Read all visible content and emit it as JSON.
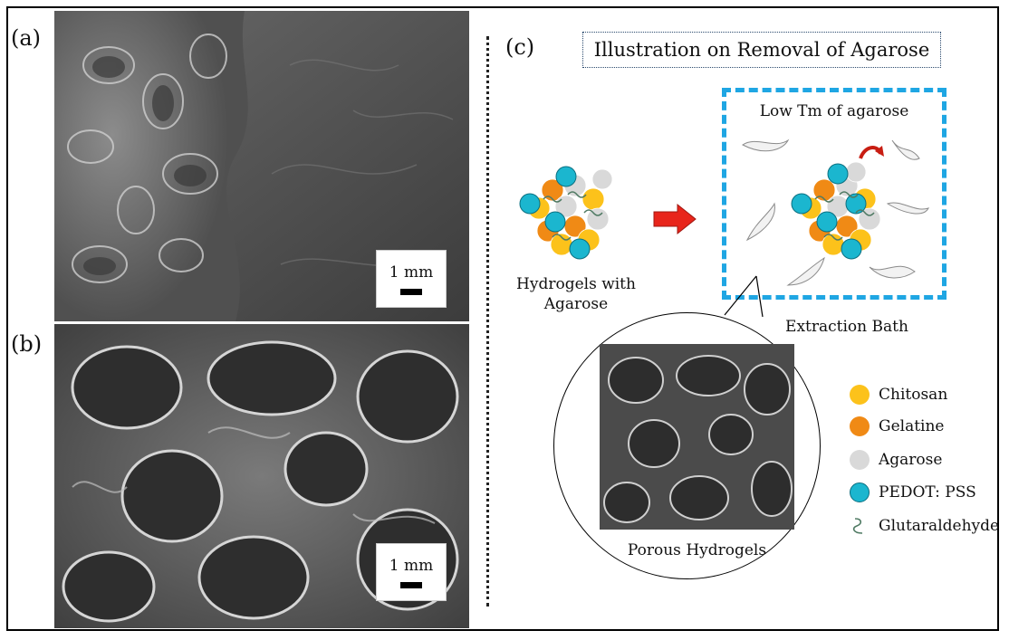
{
  "panels": {
    "a": {
      "label": "(a)",
      "scale_text": "1 mm"
    },
    "b": {
      "label": "(b)",
      "scale_text": "1 mm"
    },
    "c": {
      "label": "(c)"
    }
  },
  "illustration": {
    "title": "Illustration on Removal of Agarose",
    "bath_label": "Low Tm of agarose",
    "left_caption": "Hydrogels with Agarose",
    "bath_caption": "Extraction Bath",
    "porous_caption": "Porous Hydrogels"
  },
  "legend": [
    {
      "label": "Chitosan",
      "color": "#fcc21b",
      "icon": "yellow-circle"
    },
    {
      "label": "Gelatine",
      "color": "#f08a15",
      "icon": "orange-circle"
    },
    {
      "label": "Agarose",
      "color": "#d9d9d9",
      "icon": "gray-circle"
    },
    {
      "label": "PEDOT: PSS",
      "color": "#1bb6cf",
      "icon": "cyan-circle"
    },
    {
      "label": "Glutaraldehyde",
      "color": "#4f7a63",
      "icon": "squiggle"
    }
  ],
  "colors": {
    "arrow": "#e8251b",
    "bath_border": "#1fa6e3"
  }
}
